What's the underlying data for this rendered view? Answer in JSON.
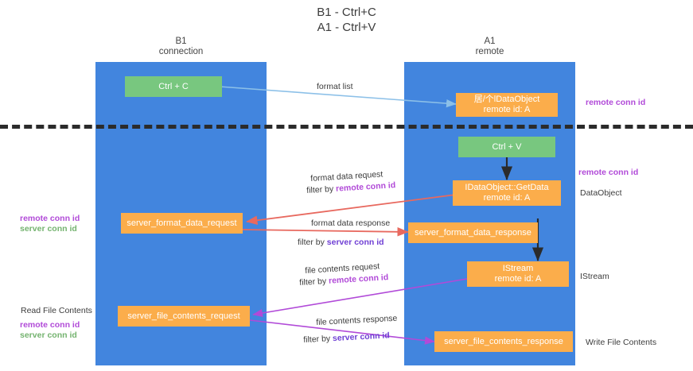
{
  "title": "B1 - Ctrl+C\nA1 - Ctrl+V",
  "lanes": [
    {
      "name": "b1",
      "label": "B1\nconnection"
    },
    {
      "name": "a1",
      "label": "A1\nremote"
    }
  ],
  "nodes": [
    {
      "id": "ctrl-c",
      "label": "Ctrl + C"
    },
    {
      "id": "data-object-remote",
      "label": "居/个lDataObject\nremote id: A"
    },
    {
      "id": "ctrl-v",
      "label": "Ctrl + V"
    },
    {
      "id": "idataobject-getdata",
      "label": "IDataObject::GetData\nremote id: A"
    },
    {
      "id": "server-format-data-request",
      "label": "server_format_data_request"
    },
    {
      "id": "server-format-data-response",
      "label": "server_format_data_response"
    },
    {
      "id": "istream",
      "label": "IStream\nremote id: A"
    },
    {
      "id": "server-file-contents-request",
      "label": "server_file_contents_request"
    },
    {
      "id": "server-file-contents-response",
      "label": "server_file_contents_response"
    }
  ],
  "edge_labels": {
    "format_list": "format list",
    "format_data_request": "format data request",
    "format_data_request_filter_prefix": "filter by ",
    "format_data_request_filter_key": "remote conn id",
    "format_data_response": "format data response",
    "format_data_response_filter_prefix": "filter by ",
    "format_data_response_filter_key": "server conn id",
    "file_contents_request": "file contents request",
    "file_contents_request_filter_prefix": "filter by ",
    "file_contents_request_filter_key": "remote conn id",
    "file_contents_response": "file contents response",
    "file_contents_response_filter_prefix": "filter by ",
    "file_contents_response_filter_key": "server conn id"
  },
  "margin_labels": {
    "right_remote_conn_top": "remote conn id",
    "right_remote_conn_mid": "remote conn id",
    "right_dataobject": "DataObject",
    "right_istream": "IStream",
    "right_write_file_contents": "Write File Contents",
    "left_remote_conn_id": "remote conn id",
    "left_server_conn_id": "server conn id",
    "left_read_file_contents": "Read File Contents",
    "left_remote_conn_id_2": "remote conn id",
    "left_server_conn_id_2": "server conn id"
  },
  "colors": {
    "lane": "#4285de",
    "node_green": "#78c77f",
    "node_orange": "#fbad4b",
    "remote_conn": "#b14ad8",
    "server_conn": "#74b36f",
    "arrow_blue": "#8cc0e8",
    "arrow_red": "#e8695f",
    "arrow_purple": "#b14ad8",
    "arrow_dark": "#2b2b2b",
    "divider": "#2b2b2b"
  }
}
